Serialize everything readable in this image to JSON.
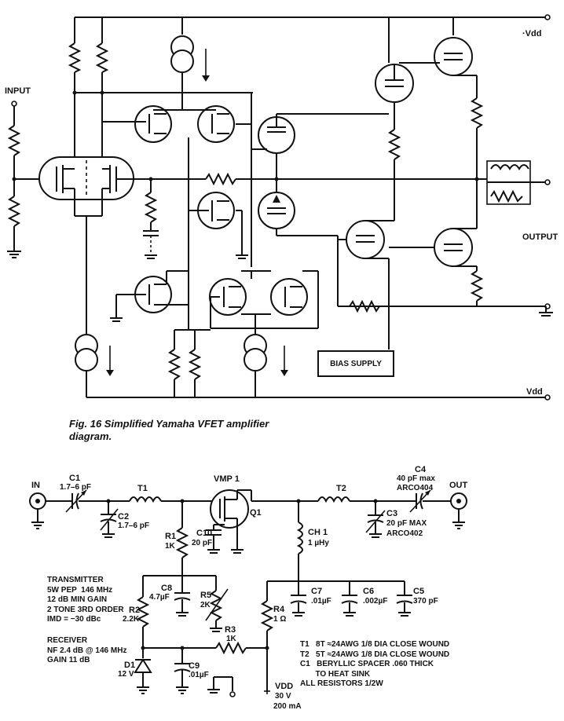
{
  "top": {
    "labels": {
      "input": "INPUT",
      "vdd_top": "·Vdd",
      "output": "OUTPUT",
      "vdd_bottom": "Vdd",
      "bias_supply": "BIAS SUPPLY"
    },
    "caption_line1": "Fig. 16 Simplified Yamaha VFET amplifier",
    "caption_line2": "diagram."
  },
  "bottom": {
    "in": "IN",
    "out": "OUT",
    "c1": "C1",
    "c1_val": "1.7–6 pF",
    "t1": "T1",
    "c2": "C2",
    "c2_val": "1.7–6 pF",
    "vmp": "VMP 1",
    "q1": "Q1",
    "c10": "C10",
    "c10_val": "20 pF",
    "r1": "R1",
    "r1_val": "1K",
    "t2": "T2",
    "c4": "C4",
    "c4_val1": "40 pF max",
    "c4_val2": "ARCO404",
    "c3": "C3",
    "c3_val1": "20 pF MAX",
    "c3_val2": "ARCO402",
    "ch1": "CH 1",
    "ch1_val": "1 µHy",
    "c8": "C8",
    "c8_val": "4.7µF",
    "r5": "R5",
    "r5_val": "2K",
    "r2": "R2",
    "r2_val": "2.2K",
    "r3": "R3",
    "r3_val": "1K",
    "d1": "D1",
    "d1_val": "12 V",
    "c9": "C9",
    "c9_val": ".01µF",
    "r4": "R4",
    "r4_val": "1 Ω",
    "c7": "C7",
    "c7_val": ".01µF",
    "c6": "C6",
    "c6_val": ".002µF",
    "c5": "C5",
    "c5_val": "370 pF",
    "vdd": "VDD",
    "vdd_v": "30 V",
    "vdd_i": "200 mA",
    "transmitter": "TRANSMITTER\n5W PEP  146 MHz\n12 dB MIN GAIN\n2 TONE 3RD ORDER\nIMD = −30 dBc",
    "receiver": "RECEIVER\nNF 2.4 dB @ 146 MHz\nGAIN 11 dB",
    "notes": "T1   8T ≈24AWG 1/8 DIA CLOSE WOUND\nT2   5T ≈24AWG 1/8 DIA CLOSE WOUND\nC1   BERYLLIC SPACER .060 THICK\n       TO HEAT SINK\nALL RESISTORS 1/2W"
  }
}
